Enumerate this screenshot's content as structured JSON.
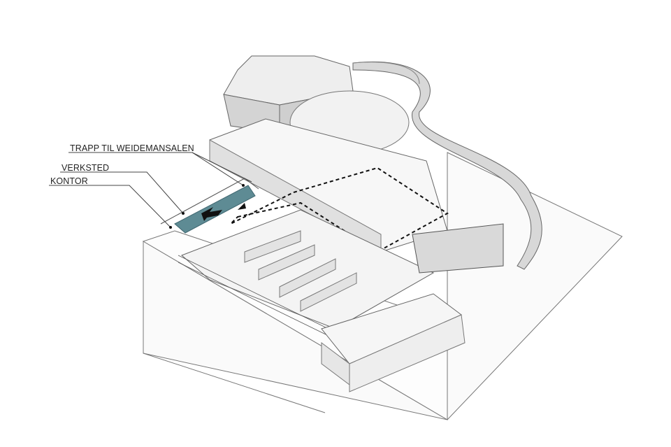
{
  "labels": {
    "stair": "TRAPP TIL WEIDEMANSALEN",
    "workshop": "VERKSTED",
    "office": "KONTOR"
  },
  "colors": {
    "highlight": "#5e8b94",
    "line": "#555555",
    "wall": "#e4e4e4",
    "dark_wall": "#c8c8c8"
  }
}
